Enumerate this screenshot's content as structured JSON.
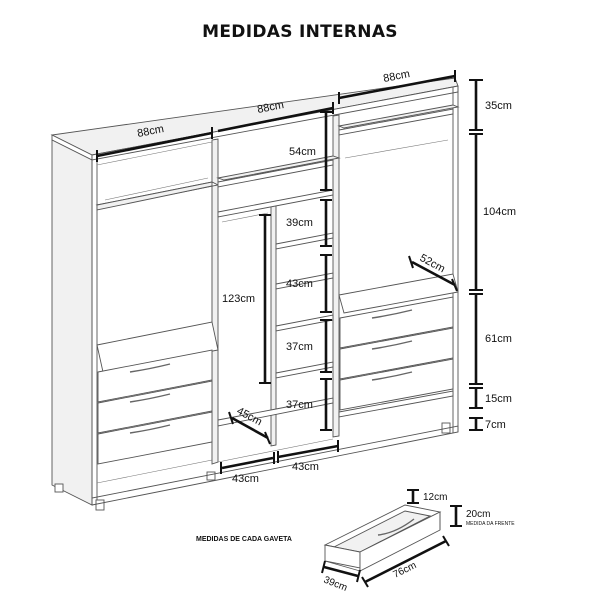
{
  "title": "MEDIDAS INTERNAS",
  "drawer_caption": "MEDIDAS DE CADA GAVETA",
  "dims": {
    "top_left_width": "88cm",
    "top_center_width": "88cm",
    "top_right_width": "88cm",
    "h_35": "35cm",
    "h_104": "104cm",
    "h_61": "61cm",
    "h_15": "15cm",
    "h_7": "7cm",
    "center_54": "54cm",
    "center_39": "39cm",
    "center_43": "43cm",
    "center_37a": "37cm",
    "center_37b": "37cm",
    "center_123": "123cm",
    "depth_52": "52cm",
    "depth_45": "45cm",
    "bottom_43a": "43cm",
    "bottom_43b": "43cm"
  },
  "drawer_dims": {
    "height_12": "12cm",
    "height_20": "20cm",
    "height_20_note": "MEDIDA DA FRENTE",
    "depth_39": "39cm",
    "width_76": "76cm"
  }
}
